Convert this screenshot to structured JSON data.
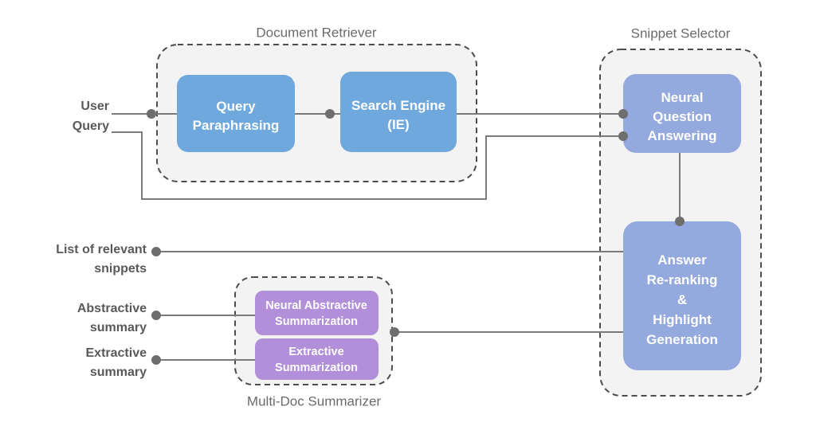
{
  "diagram": {
    "title_groups": {
      "document_retriever": "Document Retriever",
      "snippet_selector": "Snippet Selector",
      "multi_doc_summarizer": "Multi-Doc Summarizer"
    },
    "io_labels": {
      "user_query_line1": "User",
      "user_query_line2": "Query",
      "snippets_line1": "List of relevant",
      "snippets_line2": "snippets",
      "abstractive_line1": "Abstractive",
      "abstractive_line2": "summary",
      "extractive_line1": "Extractive",
      "extractive_line2": "summary"
    },
    "nodes": {
      "query_paraphrasing": {
        "line1": "Query",
        "line2": "Paraphrasing",
        "color": "#6fa8dc"
      },
      "search_engine": {
        "line1": "Search Engine",
        "line2": "(IE)",
        "color": "#6fa8dc"
      },
      "neural_qa": {
        "line1": "Neural",
        "line2": "Question",
        "line3": "Answering",
        "color": "#94a9dd"
      },
      "answer_rerank": {
        "line1": "Answer",
        "line2": "Re-ranking",
        "line3": "&",
        "line4": "Highlight",
        "line5": "Generation",
        "color": "#94a9dd"
      },
      "neural_abstractive": {
        "line1": "Neural Abstractive",
        "line2": "Summarization",
        "color": "#b18fd9"
      },
      "extractive_sum": {
        "line1": "Extractive",
        "line2": "Summarization",
        "color": "#b18fd9"
      }
    },
    "colors": {
      "blue": "#6fa8dc",
      "periwinkle": "#94a9dd",
      "purple": "#b18fd9",
      "container_fill": "#f3f3f3",
      "container_stroke": "#4d4d4d",
      "connector": "#7a7a7a",
      "dot": "#6e6e6e",
      "label_text": "#595959",
      "group_text": "#6b6b6b",
      "background": "#ffffff"
    }
  }
}
